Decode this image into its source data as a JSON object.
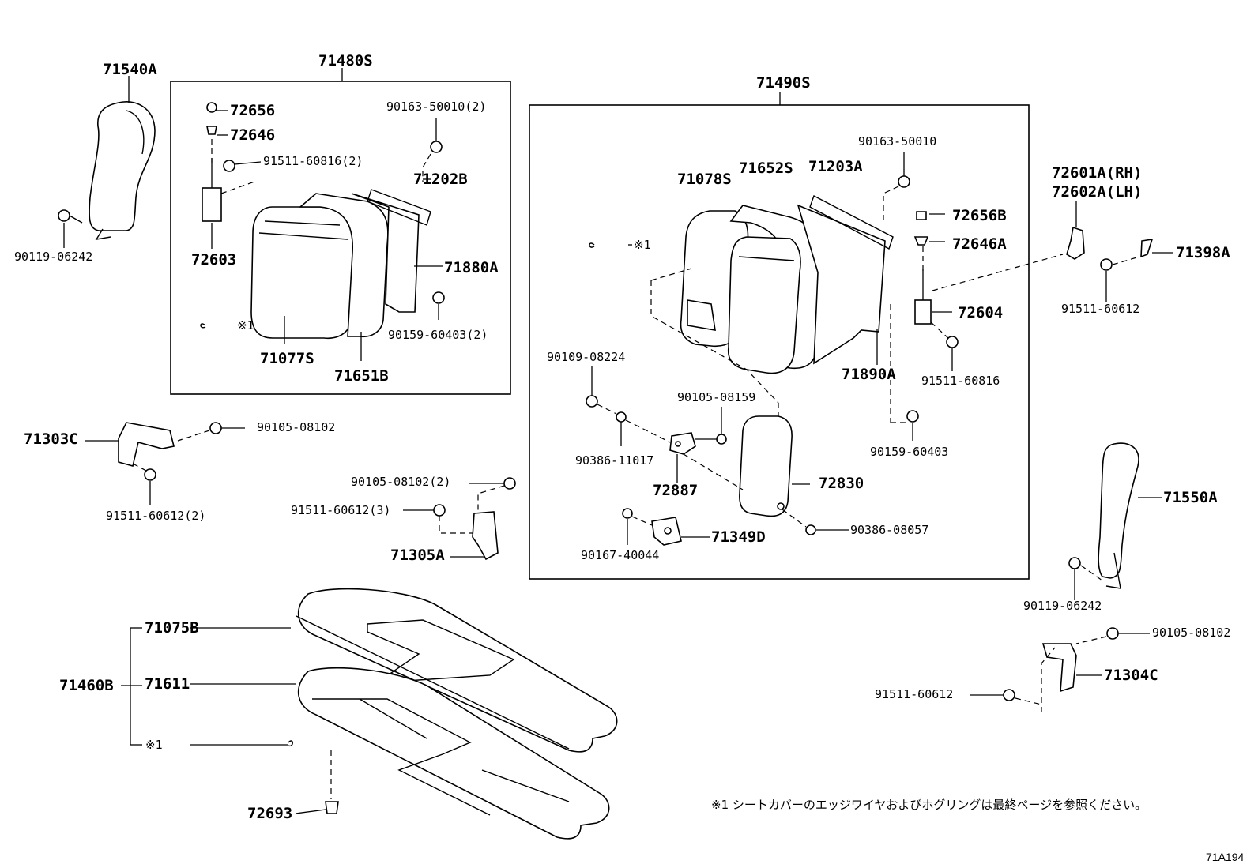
{
  "diagram": {
    "code": "71A194",
    "footnote": "※1  シートカバーのエッジワイヤおよびホグリングは最終ページを参照ください。"
  },
  "labels": {
    "p71540A": "71540A",
    "p90119_06242_l": "90119-06242",
    "p71480S": "71480S",
    "p72656": "72656",
    "p72646": "72646",
    "p91511_60816_2": "91511-60816(2)",
    "p72603": "72603",
    "p90163_50010_2": "90163-50010(2)",
    "p71202B": "71202B",
    "p71880A": "71880A",
    "p90159_60403_2": "90159-60403(2)",
    "p71077S": "71077S",
    "p71651B": "71651B",
    "mark1_a": "※1",
    "p71490S": "71490S",
    "p90163_50010": "90163-50010",
    "p71078S": "71078S",
    "p71652S": "71652S",
    "p71203A": "71203A",
    "mark1_b": "※1",
    "p72656B": "72656B",
    "p72646A": "72646A",
    "p72604": "72604",
    "p91511_60816": "91511-60816",
    "p71890A": "71890A",
    "p90109_08224": "90109-08224",
    "p90105_08159": "90105-08159",
    "p90386_11017": "90386-11017",
    "p72887": "72887",
    "p72830": "72830",
    "p90159_60403": "90159-60403",
    "p90386_08057": "90386-08057",
    "p90167_40044": "90167-40044",
    "p71349D": "71349D",
    "p72601A": "72601A(RH)",
    "p72602A": "72602A(LH)",
    "p71398A": "71398A",
    "p91511_60612_r": "91511-60612",
    "p71303C": "71303C",
    "p90105_08102_l": "90105-08102",
    "p91511_60612_2": "91511-60612(2)",
    "p90105_08102_2": "90105-08102(2)",
    "p91511_60612_3": "91511-60612(3)",
    "p71305A": "71305A",
    "p71550A": "71550A",
    "p90119_06242_r": "90119-06242",
    "p90105_08102_r": "90105-08102",
    "p71304C": "71304C",
    "p91511_60612_b": "91511-60612",
    "p71075B": "71075B",
    "p71460B": "71460B",
    "p71611": "71611",
    "mark1_c": "※1",
    "p72693": "72693"
  }
}
